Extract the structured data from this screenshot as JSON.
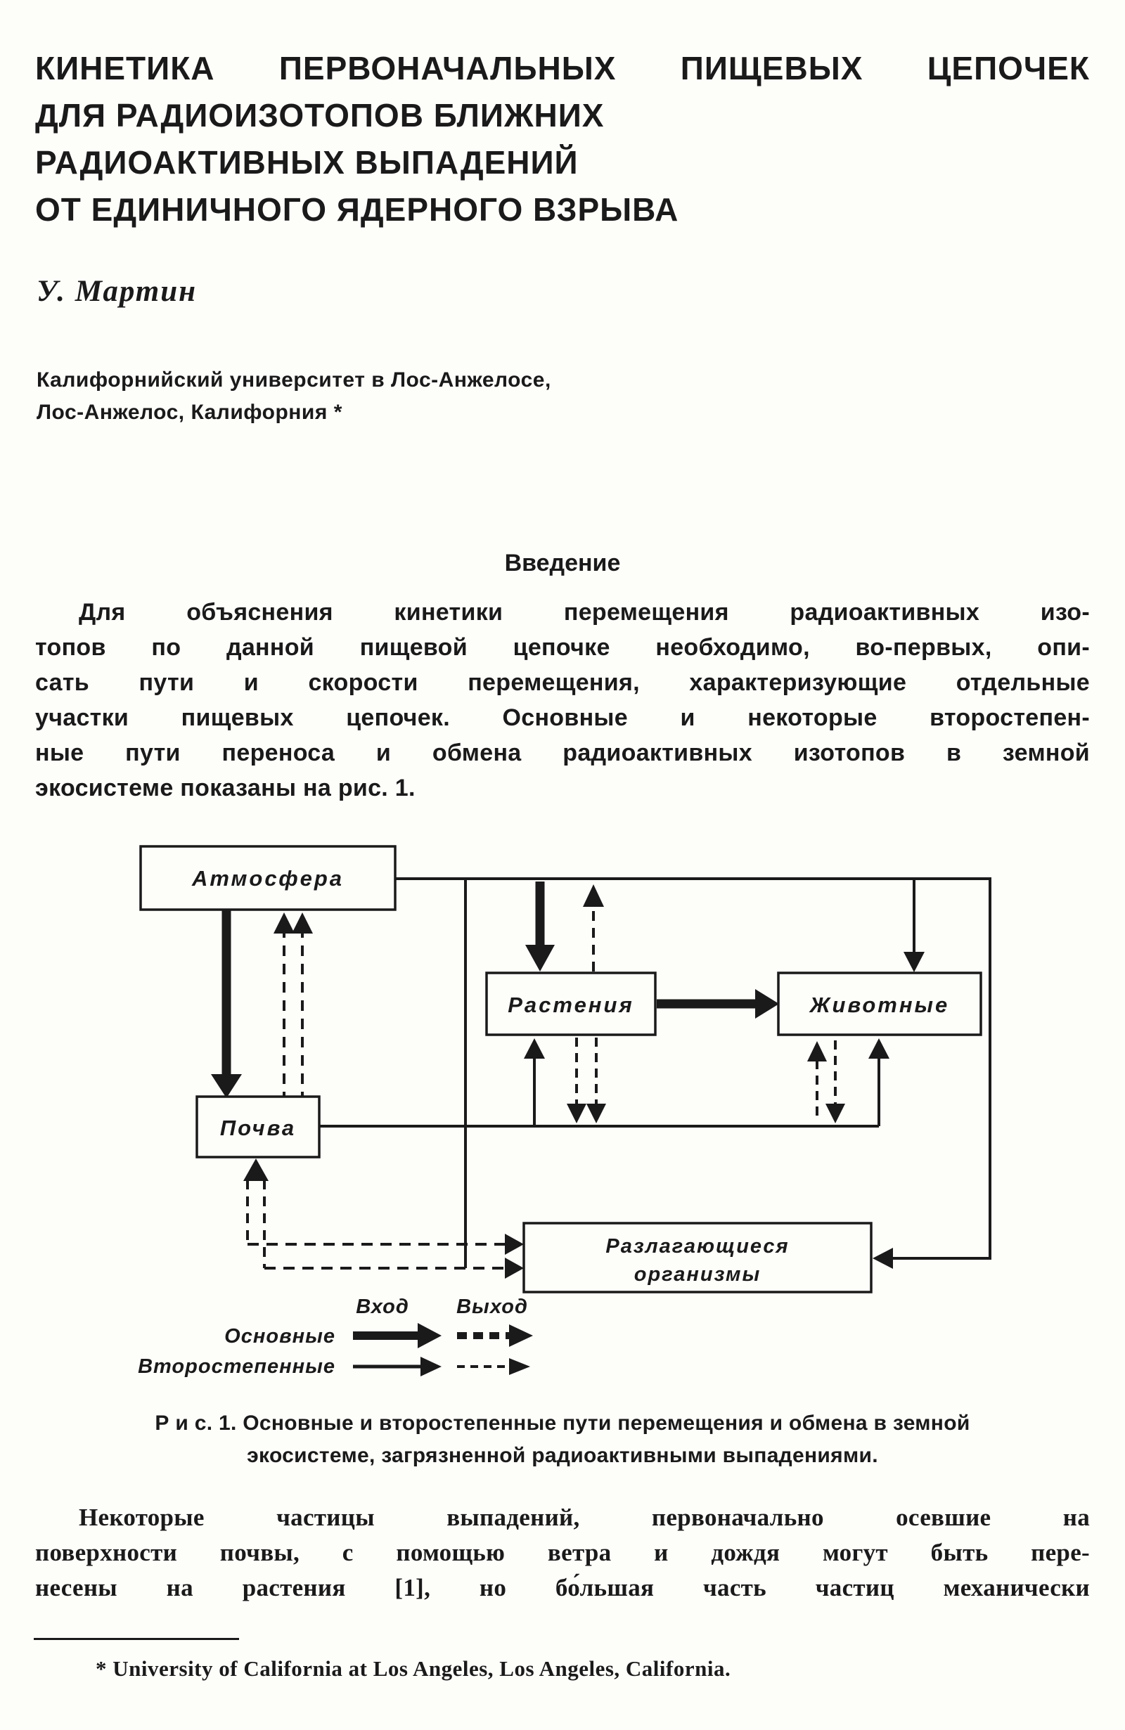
{
  "article": {
    "title_lines": [
      "КИНЕТИКА ПЕРВОНАЧАЛЬНЫХ ПИЩЕВЫХ ЦЕПОЧЕК",
      "ДЛЯ РАДИОИЗОТОПОВ БЛИЖНИХ",
      "РАДИОАКТИВНЫХ ВЫПАДЕНИЙ",
      "ОТ ЕДИНИЧНОГО ЯДЕРНОГО ВЗРЫВА"
    ],
    "author": "У. Мартин",
    "affiliation_lines": [
      "Калифорнийский университет в Лос-Анжелосе,",
      "Лос-Анжелос, Калифорния *"
    ],
    "section_heading": "Введение",
    "intro_lines": [
      "Для объяснения кинетики перемещения радиоактивных изо-",
      "топов по данной пищевой цепочке необходимо, во-первых, опи-",
      "сать пути и скорости перемещения, характеризующие отдельные",
      "участки пищевых цепочек. Основные и некоторые второстепен-",
      "ные пути переноса и обмена радиоактивных изотопов в земной",
      "экосистеме показаны на рис. 1."
    ],
    "figure": {
      "boxes": {
        "atmosphere": "Атмосфера",
        "plants": "Растения",
        "animals": "Животные",
        "soil": "Почва",
        "decomposers_line1": "Разлагающиеся",
        "decomposers_line2": "организмы"
      },
      "legend": {
        "col_input": "Вход",
        "col_output": "Выход",
        "row_primary": "Основные",
        "row_secondary": "Второстепенные"
      }
    },
    "caption_lines": [
      "Р и с. 1. Основные и второстепенные пути перемещения и обмена в земной",
      "экосистеме, загрязненной радиоактивными  выпадениями."
    ],
    "body_lines": [
      "Некоторые частицы выпадений, первоначально осевшие на",
      "поверхности почвы, с помощью ветра и дождя могут быть пере-",
      "несены на растения [1], но бо́льшая часть частиц механически"
    ],
    "footnote": "* University of California at Los Angeles, Los Angeles, California.",
    "ink_color": "#1a1a1a"
  }
}
